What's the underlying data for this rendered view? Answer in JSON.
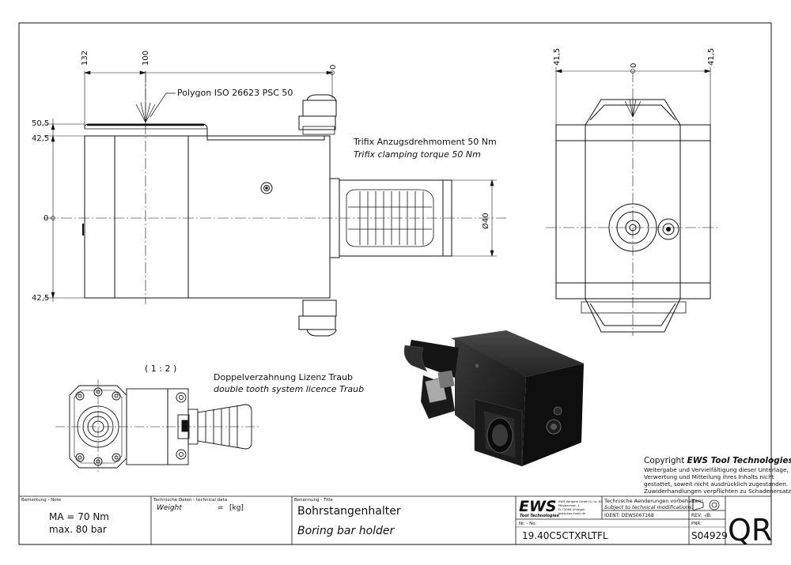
{
  "dims": {
    "d132": "132",
    "d100": "100",
    "d0_top": "0",
    "d50_5": "50,5",
    "d42_5_top": "42,5",
    "d0_left": "0",
    "d42_5_bot": "42,5",
    "d40": "Ø40",
    "r41_5_left": "41,5",
    "r0": "0",
    "r41_5_right": "41,5"
  },
  "annotations": {
    "polygon": "Polygon ISO 26623 PSC 50",
    "trifix_de": "Trifix Anzugsdrehmoment  50 Nm",
    "trifix_en": "Trifix clamping torque  50 Nm",
    "scale": "( 1 : 2 )",
    "double_tooth_de": "Doppelverzahnung Lizenz Traub",
    "double_tooth_en": "double tooth system licence Traub"
  },
  "copyright": {
    "prefix": "Copyright ",
    "brand": "EWS Tool Technologies",
    "line1": "Weitergabe und Vervielfältigung dieser Unterlage,",
    "line2": "Verwertung und Mitteilung ihres Inhalts nicht",
    "line3": "gestattet, soweit nicht ausdrücklich zugestanden.",
    "line4": "Zuwiderhandlungen verpflichten zu Schadenersatz."
  },
  "title_block": {
    "remark_label": "Bemerkung - Note",
    "ma": "MA = 70 Nm",
    "pressure": "max. 80 bar",
    "tech_label": "Technische Daten - technical data",
    "weight": "Weight",
    "eq": "=",
    "unit": "[kg]",
    "title_label": "Benennung - Title",
    "title_de": "Bohrstangenhalter",
    "title_en": "Boring bar holder",
    "logo": "EWS",
    "logo_sub": "Tool Technologies",
    "company1": "EWS Weigele GmbH & Co. KG",
    "company2": "Maybachstr. 1",
    "company3": "D-73066 Uhingen",
    "company4": "www.ews-tools.de",
    "change_de": "Technische Aenderungen vorbehalten!",
    "change_en": "Subject to technical modifications!",
    "ident": "IDENT: DEWS067168",
    "rev": "REV:  -/B:",
    "nr_label": "Nr. - No.",
    "part_no": "19.40C5CTXRLTFL",
    "pnr_label": "PNR:",
    "pnr": "S04929",
    "qr": "QR"
  }
}
